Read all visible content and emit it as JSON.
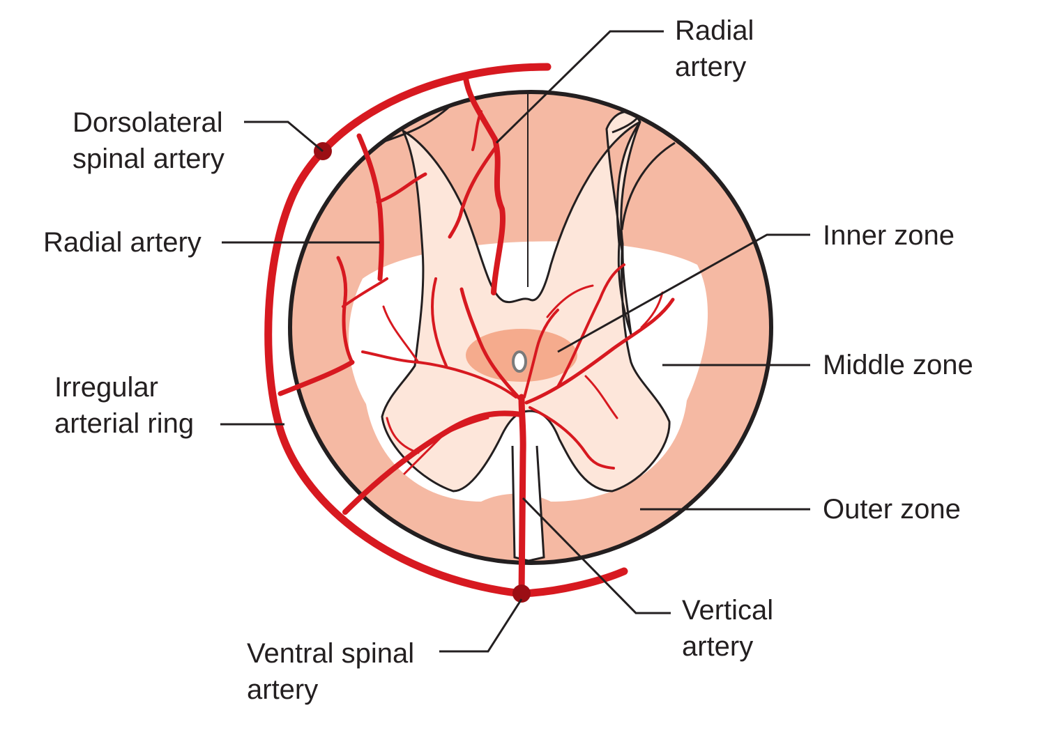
{
  "labels": {
    "radial_artery_top": {
      "line1": "Radial",
      "line2": "artery"
    },
    "dorsolateral_spinal_artery": {
      "line1": "Dorsolateral",
      "line2": "spinal artery"
    },
    "radial_artery_left": {
      "line1": "Radial artery"
    },
    "irregular_arterial_ring": {
      "line1": "Irregular",
      "line2": "arterial ring"
    },
    "inner_zone": {
      "line1": "Inner zone"
    },
    "middle_zone": {
      "line1": "Middle zone"
    },
    "outer_zone": {
      "line1": "Outer zone"
    },
    "vertical_artery": {
      "line1": "Vertical",
      "line2": "artery"
    },
    "ventral_spinal_artery": {
      "line1": "Ventral spinal",
      "line2": "artery"
    }
  },
  "colors": {
    "outer_zone": "#f5b9a3",
    "middle_zone": "#ffffff",
    "gray_matter": "#fde6da",
    "inner_zone": "#f3a07f",
    "artery": "#d71920",
    "artery_node": "#9b0e14",
    "outline": "#231f20"
  }
}
